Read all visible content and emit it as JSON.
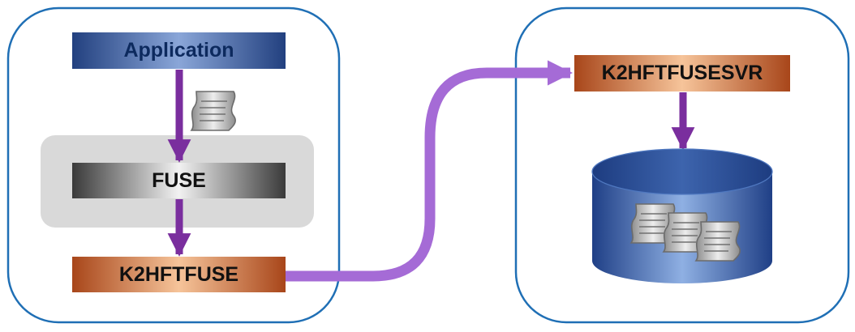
{
  "nodes": {
    "application": "Application",
    "fuse": "FUSE",
    "k2hftfuse": "K2HFTFUSE",
    "k2hftfusesvr": "K2HFTFUSESVR"
  },
  "colors": {
    "frame_border": "#1f6fb5",
    "arrow_dark": "#7a2e9e",
    "arrow_light": "#a56bd6",
    "fuse_panel": "#d9d9d9",
    "application_text": "#0d2a5e",
    "label_text": "#111111"
  },
  "icons": [
    "document-icon",
    "database-icon"
  ]
}
